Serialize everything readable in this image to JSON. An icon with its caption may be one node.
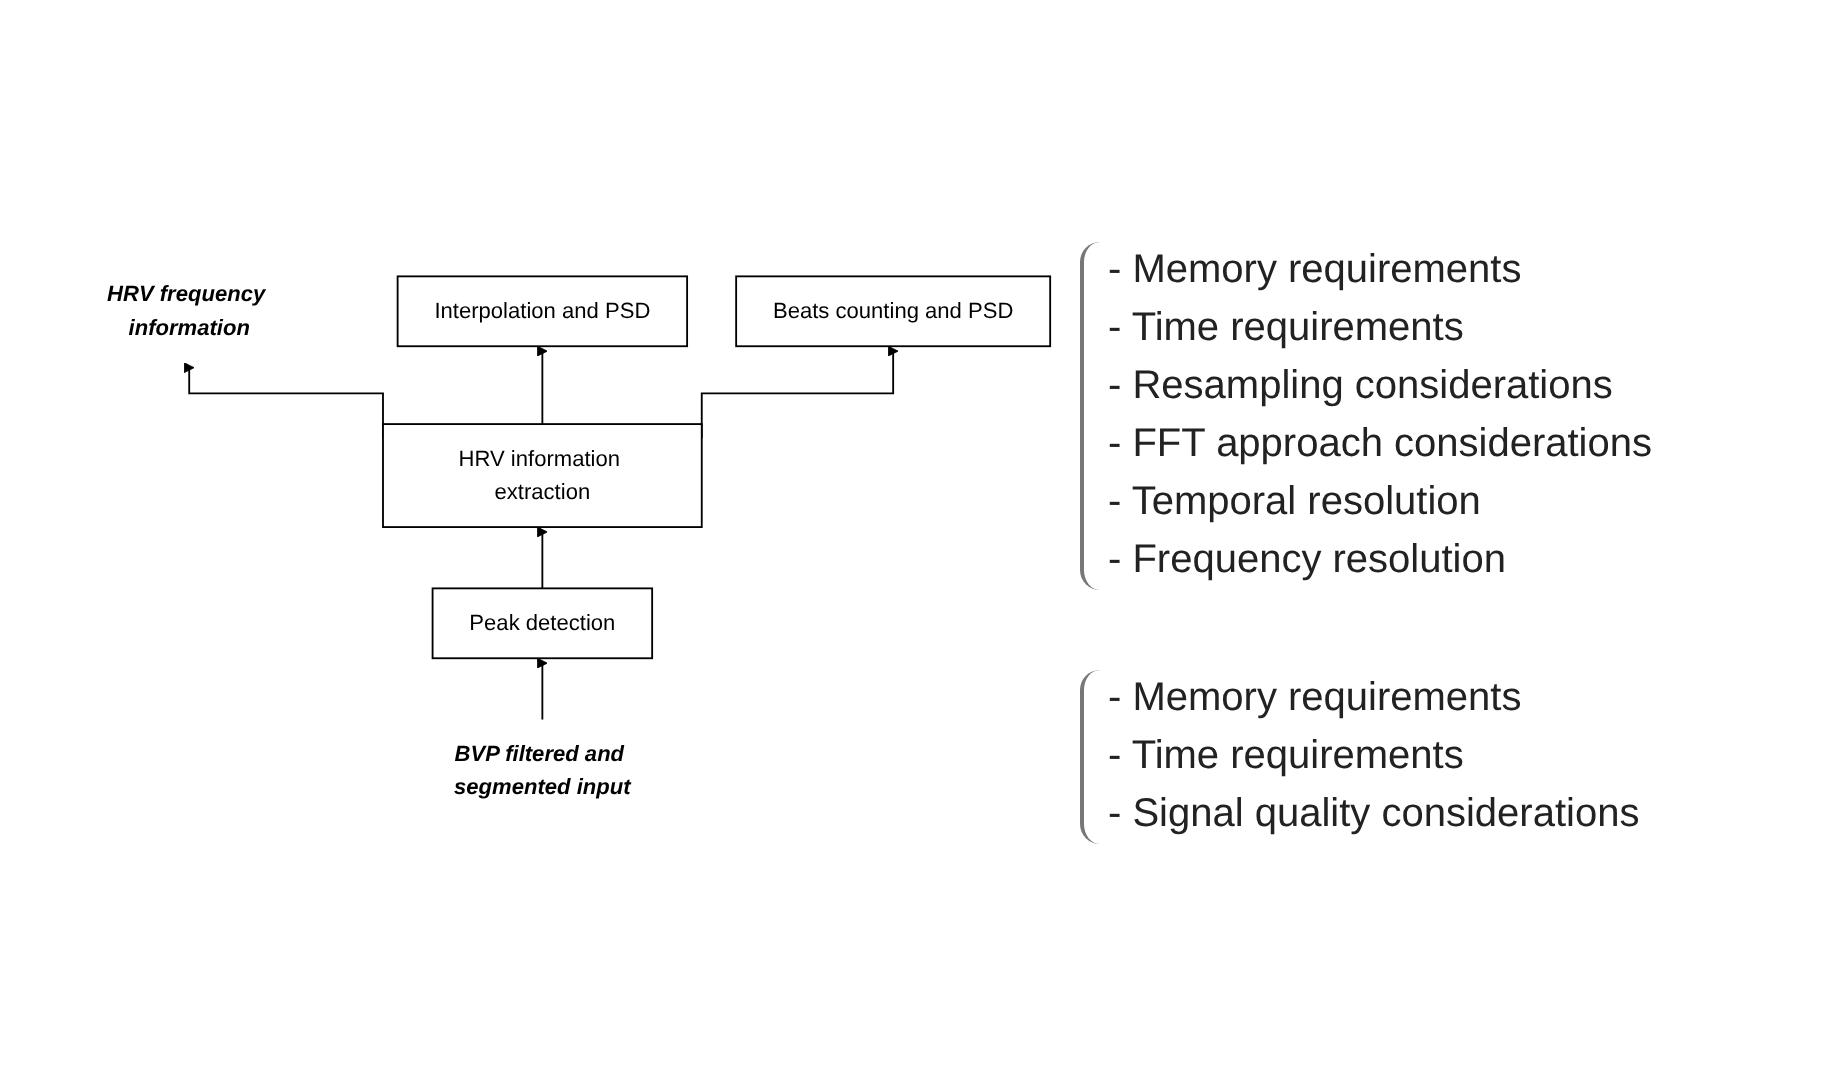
{
  "diagram": {
    "nodes": [
      {
        "text": [
          "HRV frequency information"
        ]
      },
      {
        "text": [
          "HRV information extraction"
        ]
      },
      {
        "text": [
          "Interpolation and PSD"
        ]
      },
      {
        "text": [
          "Beats counting and PSD"
        ]
      },
      {
        "text": [
          "Peak detection"
        ]
      },
      {
        "text": [
          "BVP filtered and segmented input"
        ]
      }
    ],
    "edges": [
      {
        "from": 1,
        "to": 0,
        "arrow": "to"
      },
      {
        "from": 1,
        "to": 2,
        "arrow": "to"
      },
      {
        "from": 1,
        "to": 3,
        "arrow": "to"
      },
      {
        "from": 4,
        "to": 1,
        "arrow": "to"
      },
      {
        "from": 5,
        "to": 4,
        "arrow": "to"
      }
    ],
    "labels": [
      "- Memory requirements",
      "- Time requirements",
      "- Resampling considerations",
      "- FFT approach considerations",
      "- Temporal resolution",
      "- Frequency resolution",
      "- Memory requirements",
      "- Time requirements",
      "- Signal quality considerations"
    ]
  }
}
